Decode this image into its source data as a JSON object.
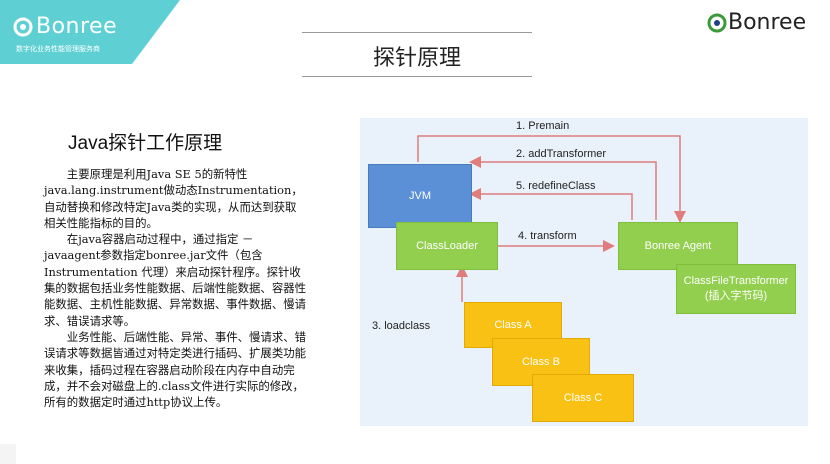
{
  "header": {
    "brand_left": "Bonree",
    "tagline_left": "数字化业务性能管理服务商",
    "brand_right": "Bonree",
    "title": "探针原理"
  },
  "section": {
    "heading": "Java探针工作原理"
  },
  "body": {
    "p1": "主要原理是利用Java SE 5的新特性java.lang.instrument做动态Instrumentation，自动替换和修改特定Java类的实现，从而达到获取相关性能指标的目的。",
    "p2": "在java容器启动过程中，通过指定 －javaagent参数指定bonree.jar文件（包含Instrumentation 代理）来启动探针程序。探针收集的数据包括业务性能数据、后端性能数据、容器性能数据、主机性能数据、异常数据、事件数据、慢请求、错误请求等。",
    "p3": "业务性能、后端性能、异常、事件、慢请求、错误请求等数据皆通过对特定类进行插码、扩展类功能来收集，插码过程在容器启动阶段在内存中自动完成，并不会对磁盘上的.class文件进行实际的修改，所有的数据定时通过http协议上传。"
  },
  "diagram": {
    "nodes": {
      "jvm": "JVM",
      "classloader": "ClassLoader",
      "agent": "Bonree Agent",
      "transformer_line1": "ClassFileTransformer",
      "transformer_line2": "(插入字节码)",
      "class_a": "Class A",
      "class_b": "Class B",
      "class_c": "Class C"
    },
    "edges": {
      "e1": "1. Premain",
      "e2": "2. addTransformer",
      "e3": "3. loadclass",
      "e4": "4. transform",
      "e5": "5. redefineClass"
    },
    "colors": {
      "background": "#e9f1fa",
      "blue": "#5b8fd6",
      "green": "#92cf4e",
      "orange": "#f9c114",
      "arrow": "#e07c7c"
    }
  }
}
